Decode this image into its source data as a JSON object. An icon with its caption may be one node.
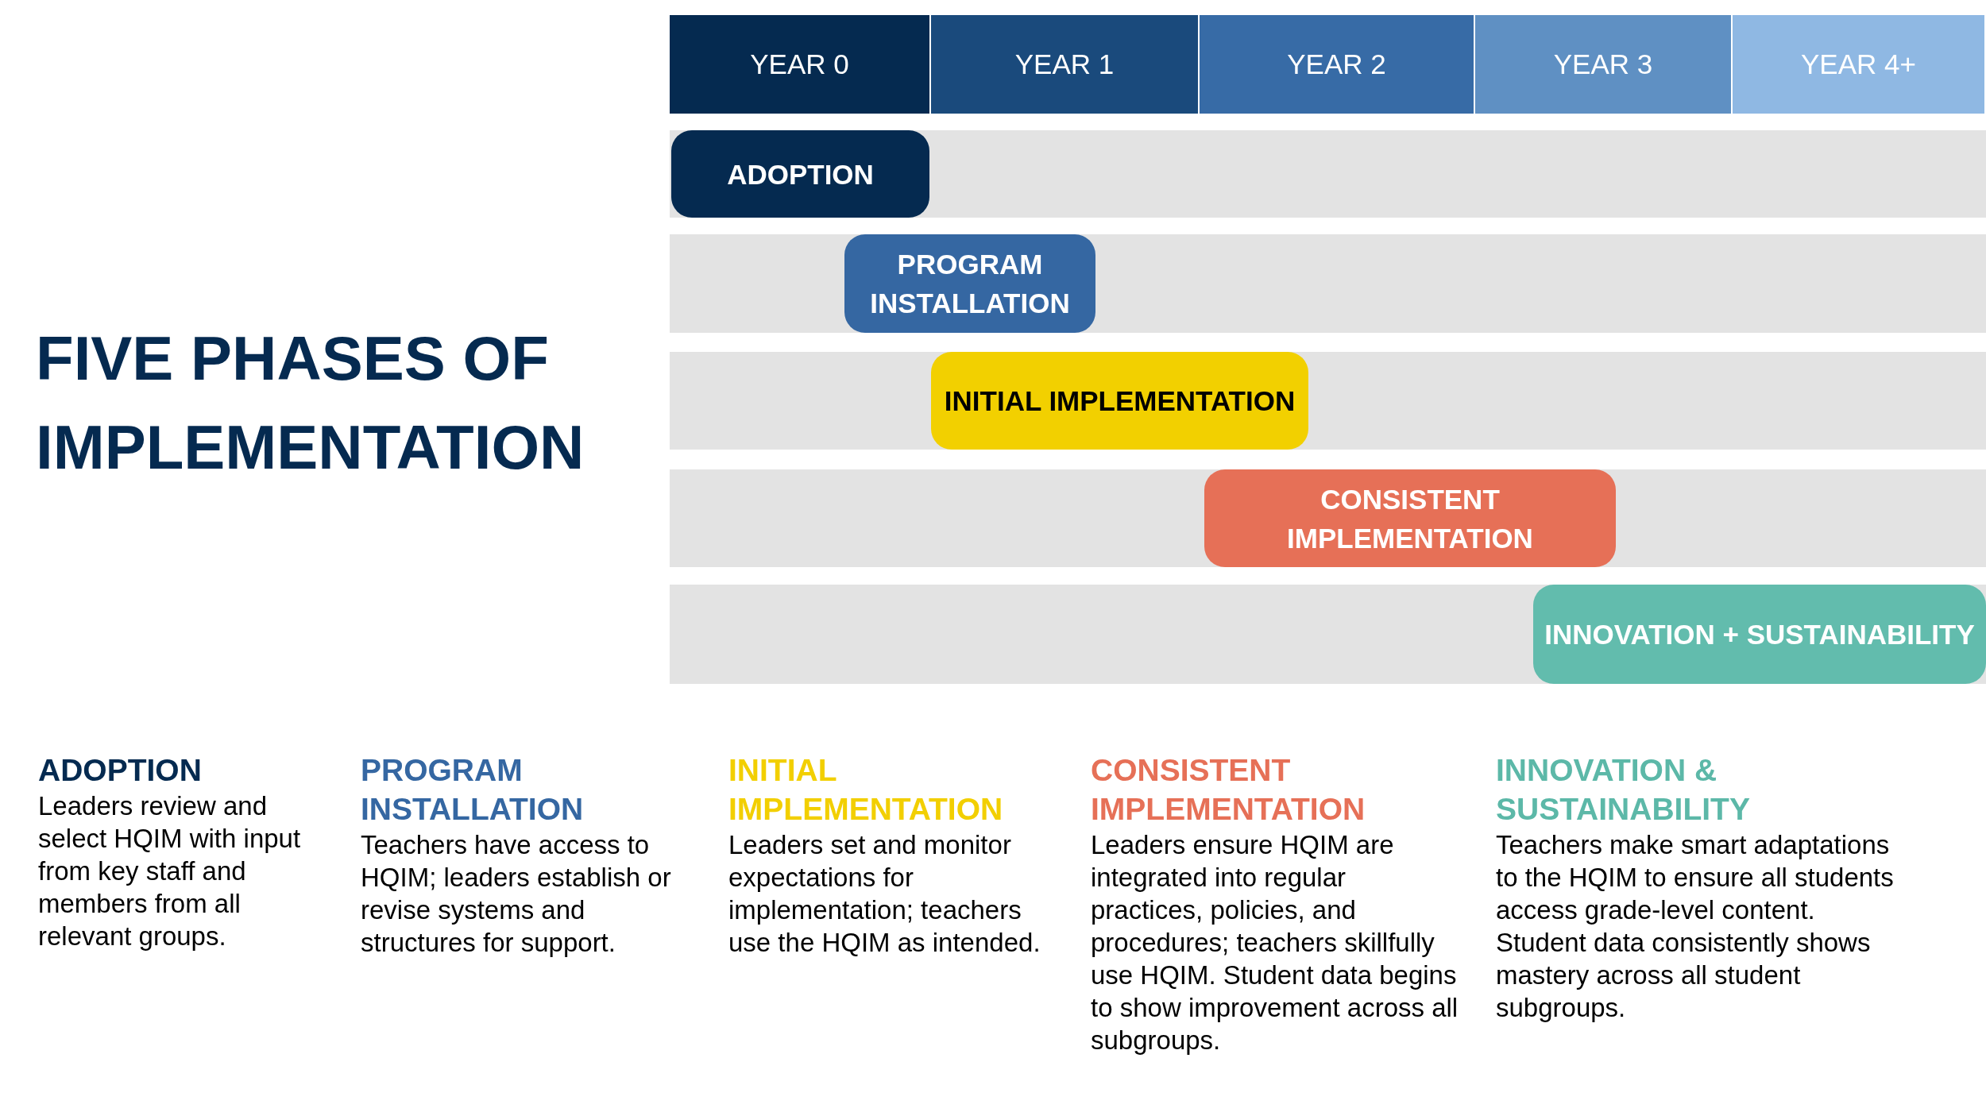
{
  "diagram": {
    "title": "FIVE PHASES OF IMPLEMENTATION",
    "nodes": [
      {
        "text": [
          "YEAR 0"
        ]
      },
      {
        "text": [
          "YEAR 1"
        ]
      },
      {
        "text": [
          "YEAR 2"
        ]
      },
      {
        "text": [
          "YEAR 3"
        ]
      },
      {
        "text": [
          "YEAR 4+"
        ]
      },
      {
        "text": [],
        "shape": "bar"
      },
      {
        "text": [],
        "shape": "bar"
      },
      {
        "text": [],
        "shape": "bar"
      },
      {
        "text": [],
        "shape": "bar"
      },
      {
        "text": [],
        "shape": "bar"
      },
      {
        "text": [
          "ADOPTION"
        ],
        "in": 5
      },
      {
        "text": [
          "PROGRAM INSTALLATION"
        ],
        "in": 6
      },
      {
        "text": [
          "INITIAL IMPLEMENTATION"
        ],
        "in": 7
      },
      {
        "text": [
          "CONSISTENT IMPLEMENTATION"
        ],
        "in": 8
      },
      {
        "text": [
          "INNOVATION + SUSTAINABILITY"
        ],
        "in": 9
      }
    ],
    "labels": [
      "ADOPTION",
      "Leaders review and select HQIM with input from key staff and members from all relevant groups.",
      "PROGRAM INSTALLATION",
      "Teachers have access to HQIM; leaders establish or revise systems and structures for support.",
      "INITIAL IMPLEMENTATION",
      "Leaders set and monitor expectations for implementation; teachers use the HQIM as intended.",
      "CONSISTENT IMPLEMENTATION",
      "Leaders ensure HQIM are integrated into regular practices, policies, and procedures; teachers skillfully use HQIM. Student data begins to show improvement across all subgroups.",
      "INNOVATION & SUSTAINABILITY",
      "Teachers make smart adaptations to the HQIM to ensure all students access grade-level content. Student data consistently shows mastery across all student subgroups."
    ]
  }
}
